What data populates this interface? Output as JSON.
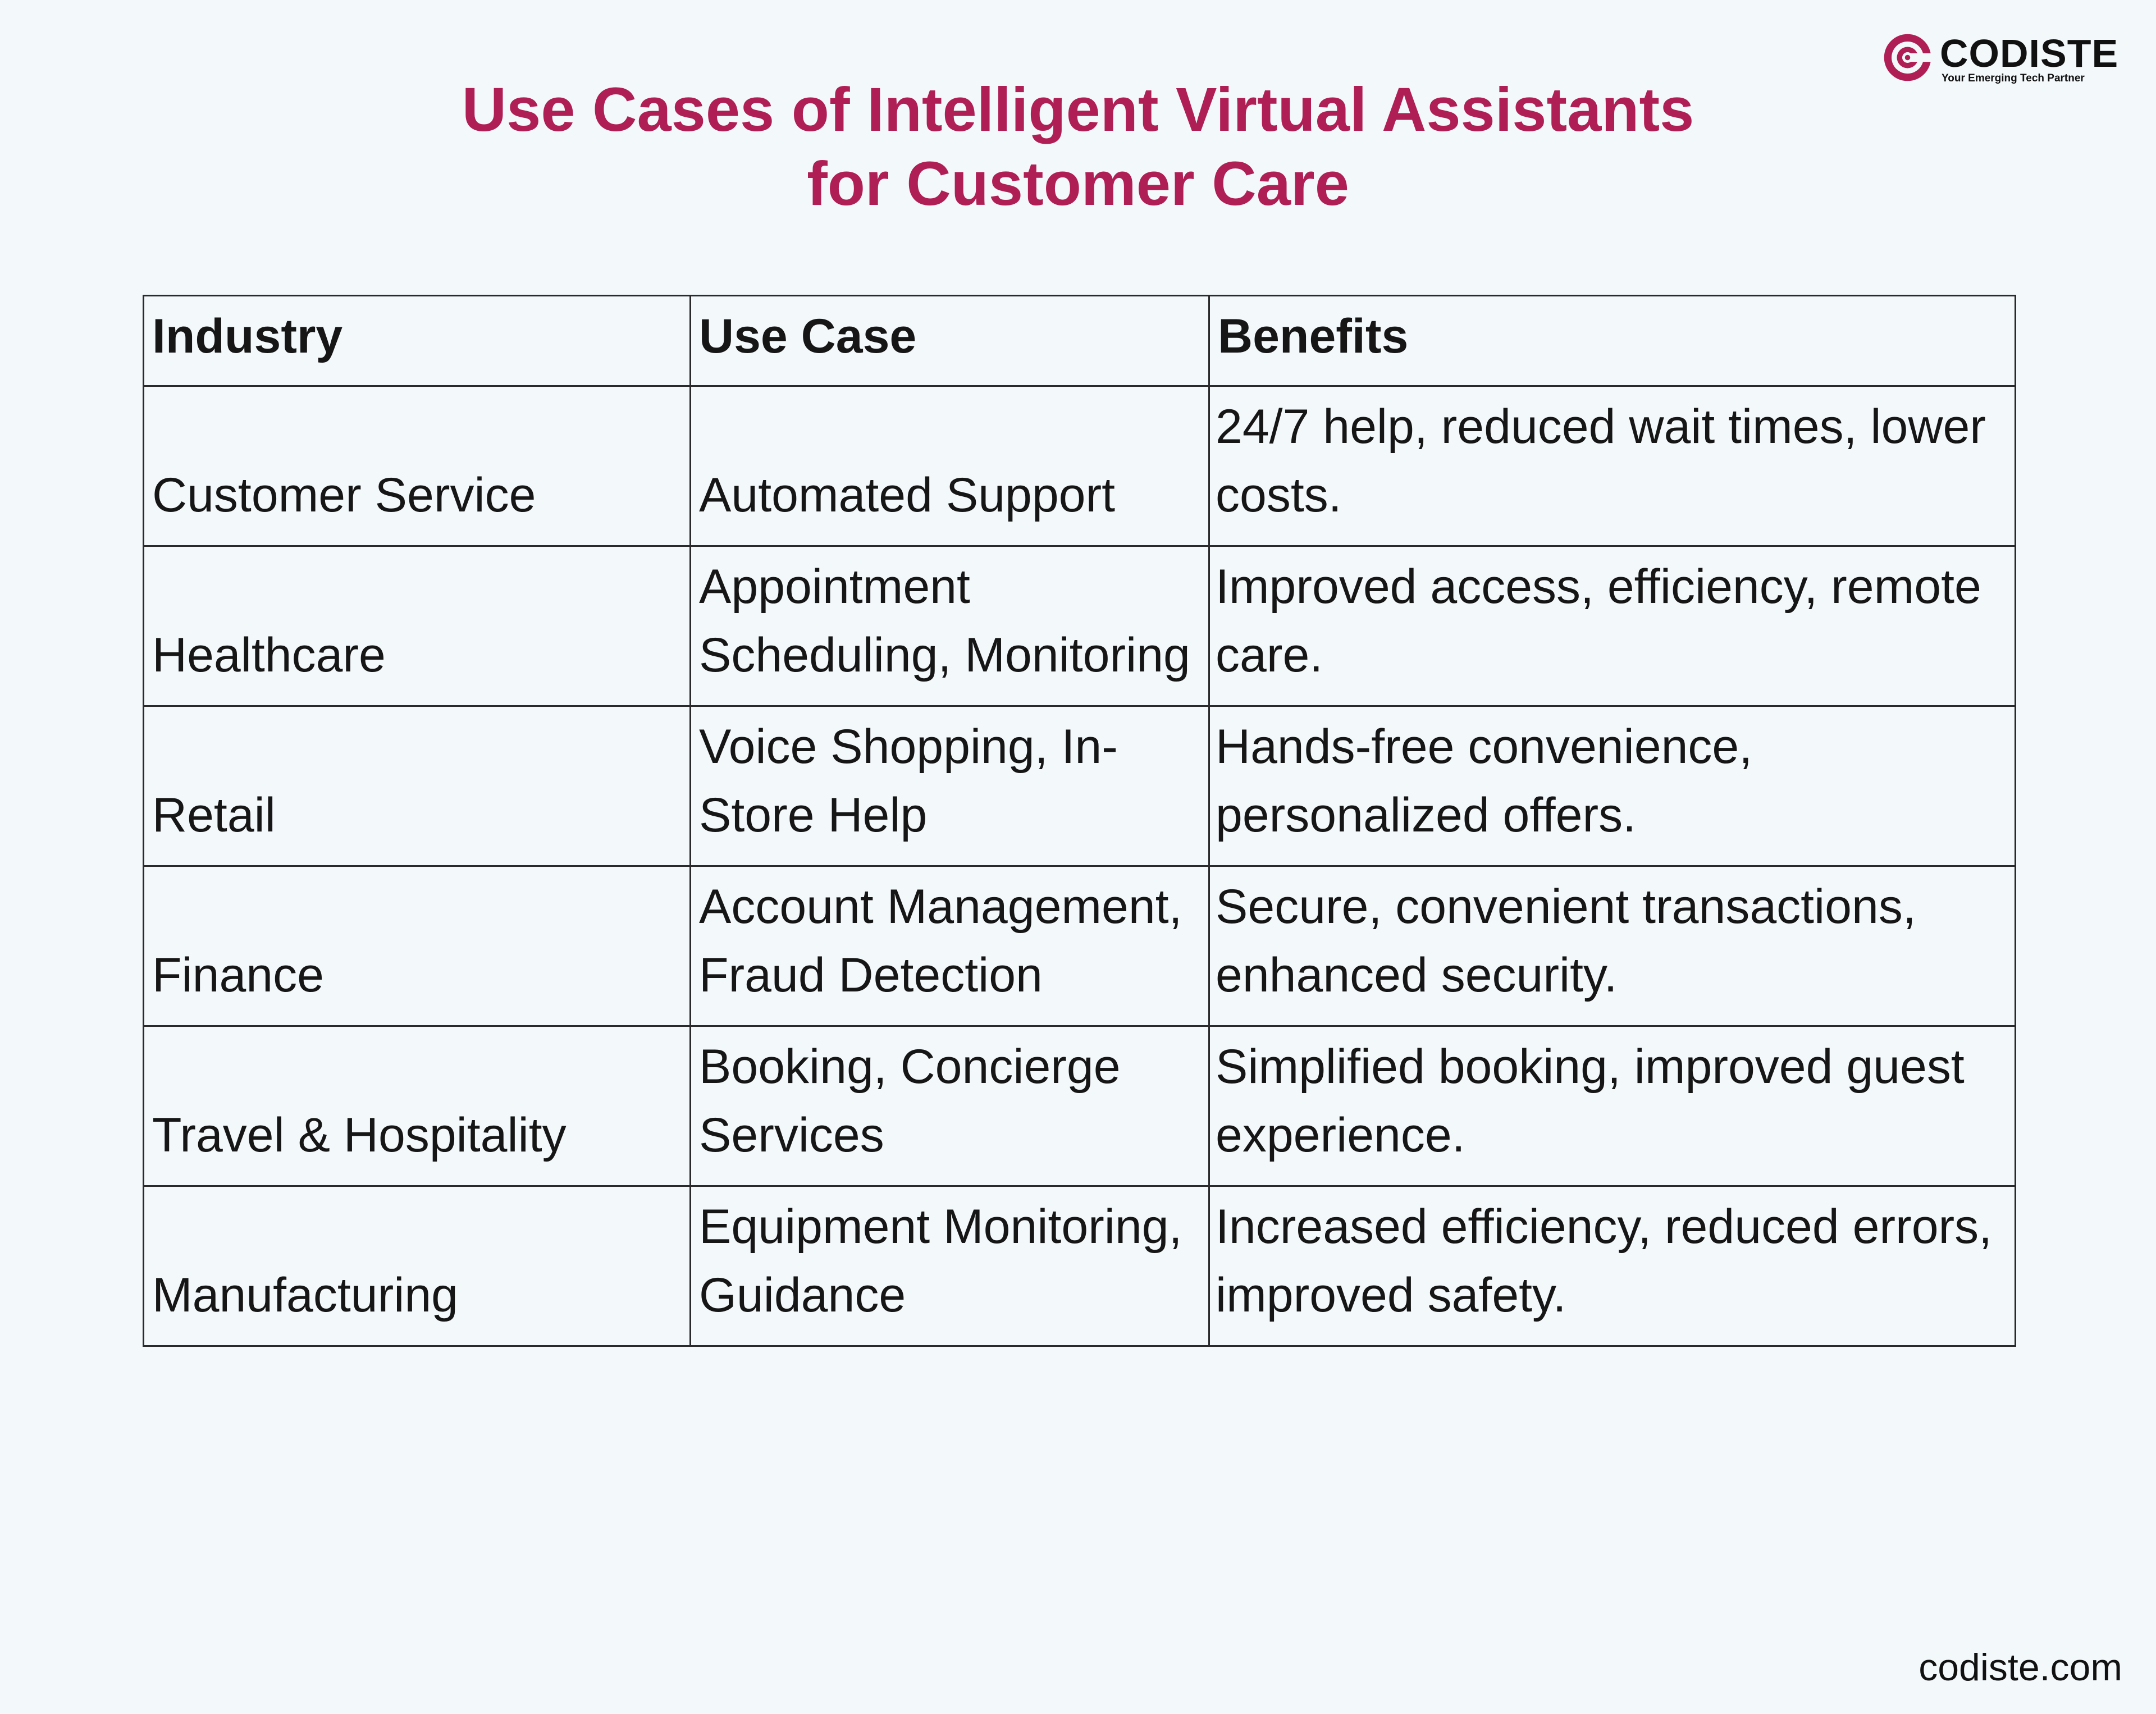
{
  "title": {
    "line1": "Use Cases of Intelligent Virtual Assistants",
    "line2": "for Customer Care"
  },
  "brand": {
    "name": "CODISTE",
    "tagline": "Your Emerging Tech Partner",
    "logo_icon": "codiste-logo-icon",
    "accent_color": "#b01e56"
  },
  "table": {
    "headers": [
      "Industry",
      "Use Case",
      "Benefits"
    ],
    "rows": [
      {
        "industry": "Customer Service",
        "use_case": "Automated Support",
        "benefits": "24/7 help, reduced wait times, lower costs."
      },
      {
        "industry": "Healthcare",
        "use_case": "Appointment Scheduling, Monitoring",
        "benefits": "Improved access, efficiency, remote care."
      },
      {
        "industry": "Retail",
        "use_case": "Voice Shopping, In-Store Help",
        "benefits": "Hands-free convenience, personalized offers."
      },
      {
        "industry": "Finance",
        "use_case": "Account Management, Fraud Detection",
        "benefits": "Secure, convenient transactions, enhanced security."
      },
      {
        "industry": "Travel & Hospitality",
        "use_case": "Booking, Concierge Services",
        "benefits": "Simplified booking, improved guest experience."
      },
      {
        "industry": "Manufacturing",
        "use_case": "Equipment Monitoring, Guidance",
        "benefits": "Increased efficiency, reduced errors, improved safety."
      }
    ]
  },
  "footer": {
    "url": "codiste.com"
  }
}
